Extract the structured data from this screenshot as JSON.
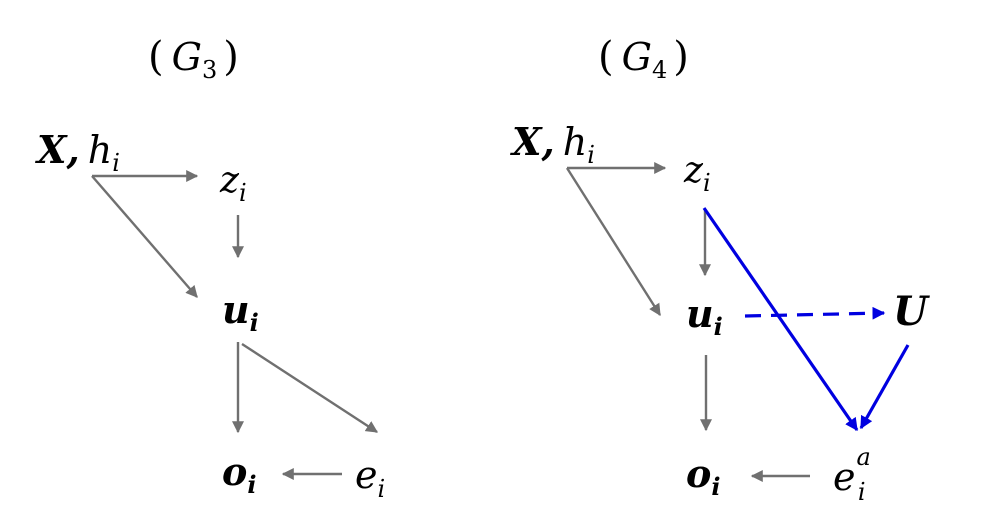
{
  "graphs": [
    {
      "title": {
        "open": "(",
        "letter": "G",
        "sub": "3",
        "close": ")"
      },
      "nodes": {
        "x": "X,",
        "h": "h",
        "h_sub": "i",
        "z": "z",
        "z_sub": "i",
        "u": "u",
        "u_sub": "i",
        "o": "o",
        "o_sub": "i",
        "e": "e",
        "e_sub": "i",
        "e_sup": ""
      }
    },
    {
      "title": {
        "open": "(",
        "letter": "G",
        "sub": "4",
        "close": ")"
      },
      "nodes": {
        "x": "X,",
        "h": "h",
        "h_sub": "i",
        "z": "z",
        "z_sub": "i",
        "u": "u",
        "u_sub": "i",
        "o": "o",
        "o_sub": "i",
        "e": "e",
        "e_sub": "i",
        "e_sup": "a",
        "U": "U"
      }
    }
  ],
  "edges": {
    "g3": [
      {
        "from": "X,h_i",
        "to": "z_i",
        "color": "#707070"
      },
      {
        "from": "X,h_i",
        "to": "u_i",
        "color": "#707070"
      },
      {
        "from": "z_i",
        "to": "u_i",
        "color": "#707070"
      },
      {
        "from": "u_i",
        "to": "o_i",
        "color": "#707070"
      },
      {
        "from": "u_i",
        "to": "e_i",
        "color": "#707070"
      },
      {
        "from": "e_i",
        "to": "o_i",
        "color": "#707070"
      }
    ],
    "g4": [
      {
        "from": "X,h_i",
        "to": "z_i",
        "color": "#707070"
      },
      {
        "from": "X,h_i",
        "to": "u_i",
        "color": "#707070"
      },
      {
        "from": "z_i",
        "to": "u_i",
        "color": "#707070"
      },
      {
        "from": "u_i",
        "to": "o_i",
        "color": "#707070"
      },
      {
        "from": "e_i^a",
        "to": "o_i",
        "color": "#707070"
      },
      {
        "from": "u_i",
        "to": "U",
        "color": "#0000e0",
        "style": "dashed"
      },
      {
        "from": "z_i",
        "to": "e_i^a",
        "color": "#0000e0"
      },
      {
        "from": "U",
        "to": "e_i^a",
        "color": "#0000e0"
      }
    ]
  }
}
